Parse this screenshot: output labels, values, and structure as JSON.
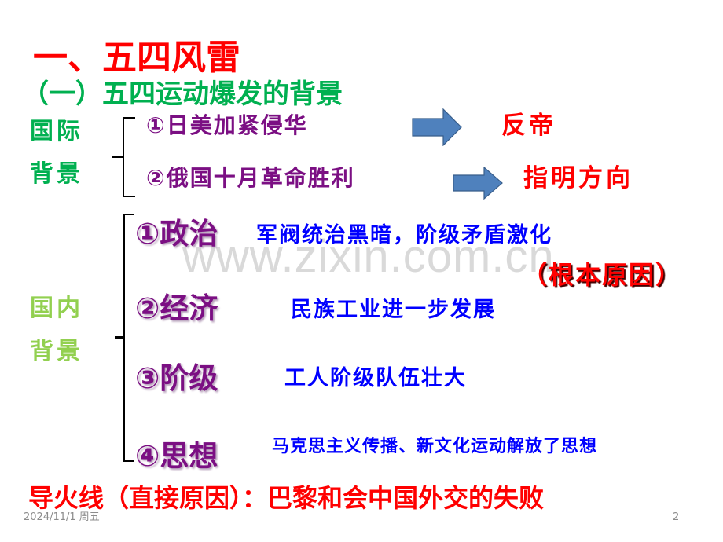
{
  "slide": {
    "title": "一、五四风雷",
    "subtitle": "（一）五四运动爆发的背景",
    "international": {
      "label_line1": "国际",
      "label_line2": "背景",
      "items": [
        {
          "label": "①日美加紧侵华",
          "result": "反帝"
        },
        {
          "label": "②俄国十月革命胜利",
          "result": "指明方向"
        }
      ]
    },
    "domestic": {
      "label_line1": "国内",
      "label_line2": "背景",
      "items": [
        {
          "label": "①政治",
          "desc": "军阀统治黑暗，阶级矛盾激化",
          "note": "（根本原因）"
        },
        {
          "label": "②经济",
          "desc": "民族工业进一步发展"
        },
        {
          "label": "③阶级",
          "desc": "工人阶级队伍壮大"
        },
        {
          "label": "④思想",
          "desc": "马克思主义传播、新文化运动解放了思想"
        }
      ]
    },
    "fuse": "导火线（直接原因）：巴黎和会中国外交的失败",
    "watermark": "www.zixin.com.cn",
    "footer": {
      "date": "2024/11/1 周五",
      "page": "2"
    },
    "colors": {
      "title": "#ff0000",
      "subtitle": "#00b050",
      "intl_label": "#00b050",
      "dom_label": "#92d050",
      "items": "#7b0f83",
      "descriptions": "#0000ff",
      "arrow_fill": "#4f81bd"
    }
  }
}
